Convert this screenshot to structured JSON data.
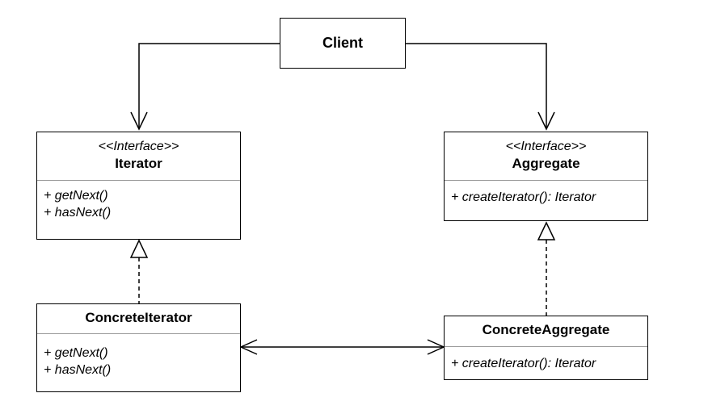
{
  "client": {
    "name": "Client"
  },
  "iterator": {
    "stereotype": "<<Interface>>",
    "name": "Iterator",
    "methods": [
      "+ getNext()",
      "+ hasNext()"
    ]
  },
  "aggregate": {
    "stereotype": "<<Interface>>",
    "name": "Aggregate",
    "methods": [
      "+ createIterator(): Iterator"
    ]
  },
  "concrete_iterator": {
    "name": "ConcreteIterator",
    "methods": [
      "+ getNext()",
      "+ hasNext()"
    ]
  },
  "concrete_aggregate": {
    "name": "ConcreteAggregate",
    "methods": [
      "+ createIterator(): Iterator"
    ]
  }
}
